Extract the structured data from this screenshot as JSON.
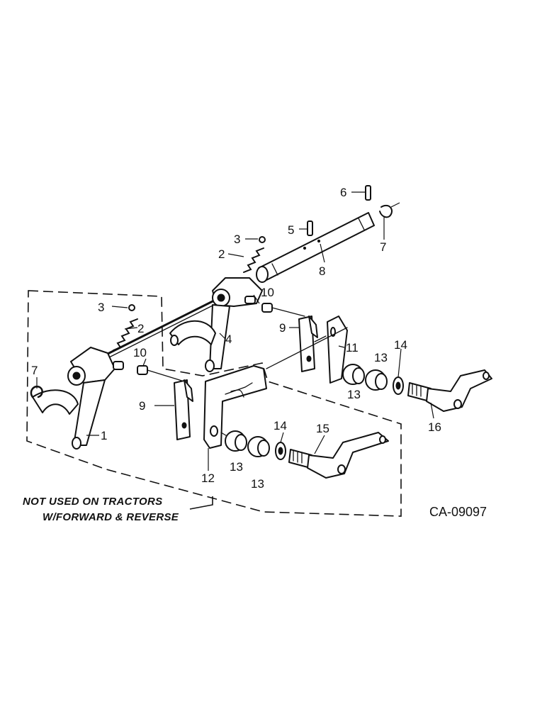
{
  "labels": {
    "p1": "1",
    "p2a": "2",
    "p2b": "2",
    "p3a": "3",
    "p3b": "3",
    "p4": "4",
    "p5": "5",
    "p6": "6",
    "p7a": "7",
    "p7b": "7",
    "p8": "8",
    "p9a": "9",
    "p9b": "9",
    "p10a": "10",
    "p10b": "10",
    "p11": "11",
    "p12": "12",
    "p13a": "13",
    "p13b": "13",
    "p13c": "13",
    "p13d": "13",
    "p14a": "14",
    "p14b": "14",
    "p15": "15",
    "p16": "16"
  },
  "note": {
    "line1": "NOT USED ON TRACTORS",
    "line2": "W/FORWARD & REVERSE"
  },
  "drawing_code": "CA-09097"
}
